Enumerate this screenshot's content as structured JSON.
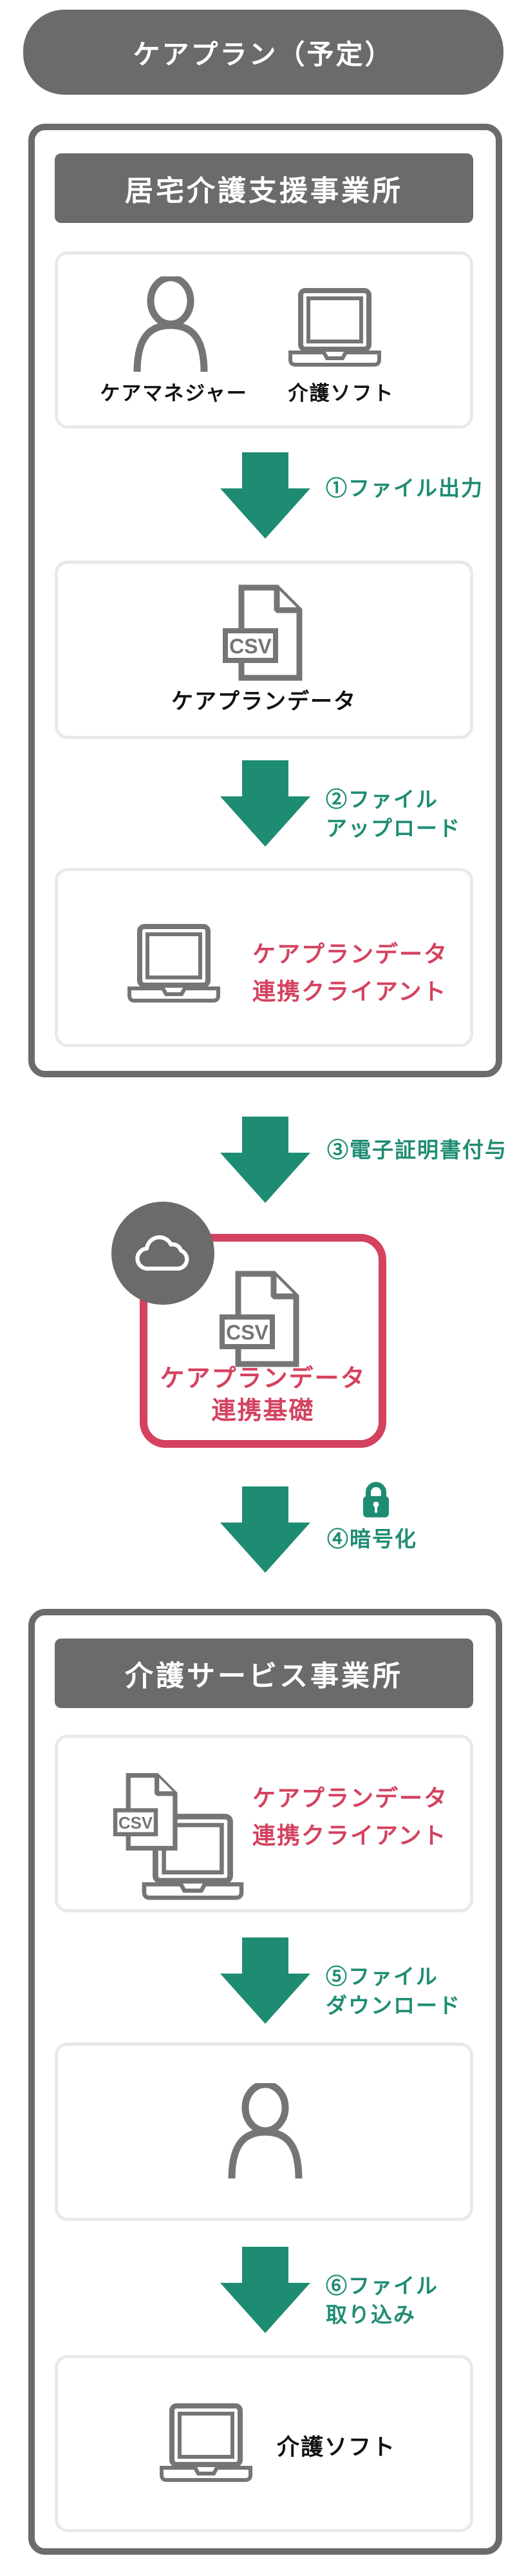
{
  "title": "ケアプラン（予定）",
  "csv_badge": "CSV",
  "colors": {
    "gray": "#6b6b6b",
    "teal": "#1e8c73",
    "red": "#d4425f",
    "light_border": "#e9e9e9",
    "ink": "#111111",
    "white": "#ffffff"
  },
  "office_a": {
    "header": "居宅介護支援事業所",
    "care_manager_label": "ケアマネジャー",
    "care_software_label": "介護ソフト",
    "careplan_data_label": "ケアプランデータ",
    "client_label": "ケアプランデータ\n連携クライアント"
  },
  "steps": {
    "s1": "①ファイル出力",
    "s2": "②ファイル\nアップロード",
    "s3": "③電子証明書付与",
    "s4": "④暗号化",
    "s5": "⑤ファイル\nダウンロード",
    "s6": "⑥ファイル\n取り込み"
  },
  "cloud_platform": {
    "label": "ケアプランデータ\n連携基礎"
  },
  "office_b": {
    "header": "介護サービス事業所",
    "client_label": "ケアプランデータ\n連携クライアント",
    "care_software_label": "介護ソフト"
  },
  "icons": {
    "person": "person-icon",
    "laptop": "laptop-icon",
    "csv_file": "csv-file-icon",
    "cloud": "cloud-icon",
    "lock": "lock-icon",
    "arrow_down": "arrow-down-icon"
  }
}
